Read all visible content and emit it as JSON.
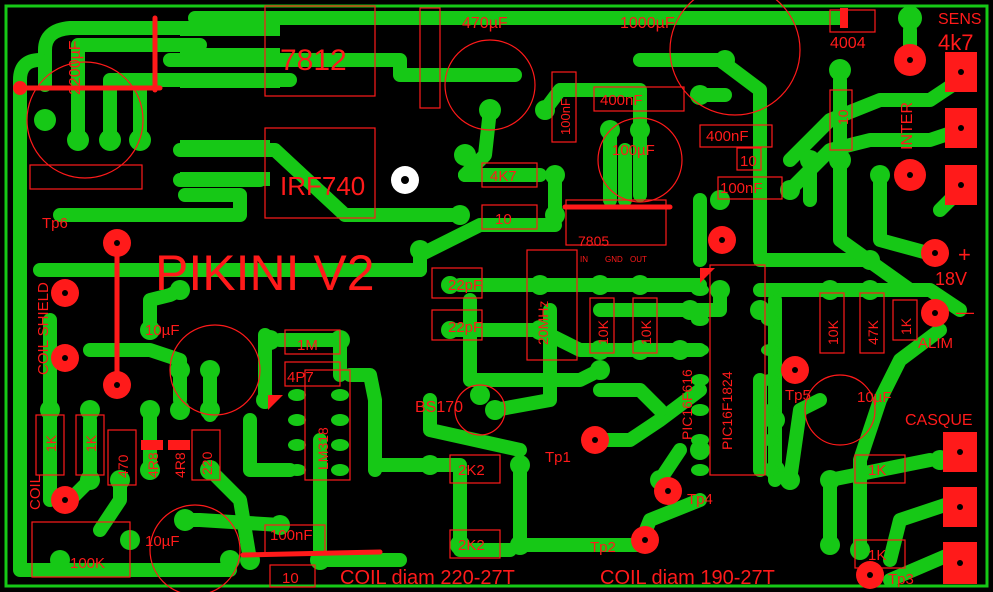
{
  "colors": {
    "background": "#000000",
    "copper": "#16c816",
    "silk": "#ff1a1a",
    "hole": "#ffffff"
  },
  "title": "PIKINI V2",
  "components": {
    "regulator_12v": "7812",
    "mosfet": "IRF740",
    "regulator_5v": "7805",
    "regulator_5v_pins": [
      "IN",
      "GND",
      "OUT"
    ],
    "diode": "4004",
    "mcu_a": "PIC16F1824",
    "mcu_b": "PIC16F616",
    "crystal": "20MHz",
    "transistor": "BS170",
    "lm": "LM318"
  },
  "values": {
    "c_2200": "2200µF",
    "c_470": "470µF",
    "c_1000": "1000µF",
    "c_100n_v": "100nF",
    "c_400n_a": "400nF",
    "c_400n_b": "400nF",
    "c_100u": "100µF",
    "c_100n_b": "100nF",
    "r_10_a": "10",
    "r_4k7": "4K7",
    "r_10_b": "10",
    "r_10_c": "10",
    "c_22p_a": "22pF",
    "c_22p_b": "22pF",
    "r_10k_a": "10K",
    "r_10k_b": "10K",
    "r_10k_c": "10K",
    "r_47k": "47K",
    "r_1k_alim": "1K",
    "c_10u_a": "10µF",
    "r_1m": "1M",
    "c_4p7": "4P7",
    "r_1k_a": "1K",
    "r_1k_b": "1K",
    "r_470": "470",
    "r_4r8_a": "4R8",
    "r_4r8_b": "4R8",
    "r_220": "220",
    "r_2k2_a": "2K2",
    "r_2k2_b": "2K2",
    "c_100n_c": "100nF",
    "c_10u_b": "10µF",
    "r_10_d": "10",
    "pot": "100K",
    "c_10u_c": "10µF",
    "r_1k_c": "1K",
    "r_1k_d": "1K"
  },
  "labels": {
    "sens": "SENS",
    "r_4k7_sens": "4k7",
    "inter": "INTER",
    "v18": "18V",
    "alim": "ALIM",
    "casque": "CASQUE",
    "coil_shield": "COIL  SHIELD",
    "coil": "COIL",
    "coil_diam_220": "COIL diam 220-27T",
    "coil_diam_190": "COIL diam 190-27T",
    "plus": "+",
    "minus": "—"
  },
  "testpoints": [
    "Tp1",
    "Tp2",
    "Tp3",
    "Tp4",
    "Tp5",
    "Tp6"
  ]
}
